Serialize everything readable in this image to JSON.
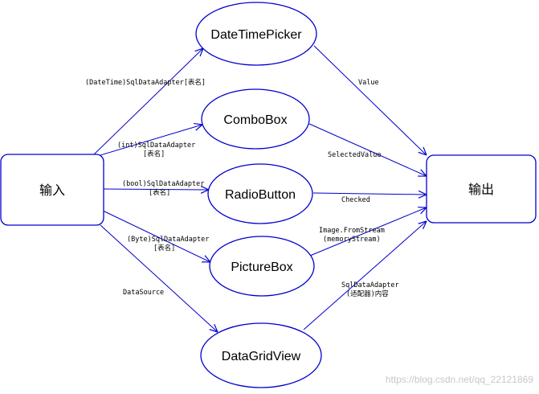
{
  "nodes": {
    "input": "输入",
    "output": "输出",
    "datetimepicker": "DateTimePicker",
    "combobox": "ComboBox",
    "radiobutton": "RadioButton",
    "picturebox": "PictureBox",
    "datagridview": "DataGridView"
  },
  "edge_labels": {
    "in_datetimepicker": "(DateTime)SqlDataAdapter[表名]",
    "in_combobox_1": "(int)SqlDataAdapter",
    "in_combobox_2": "[表名]",
    "in_radiobutton_1": "(bool)SqlDataAdapter",
    "in_radiobutton_2": "[表名]",
    "in_picturebox_1": "(Byte)SqlDataAdapter",
    "in_picturebox_2": "[表名]",
    "in_datagridview": "DataSource",
    "datetimepicker_out": "Value",
    "combobox_out": "SelectedValue",
    "radiobutton_out": "Checked",
    "picturebox_out_1": "Image.FromStream",
    "picturebox_out_2": "(memoryStream)",
    "datagridview_out_1": "SqlDataAdapter",
    "datagridview_out_2": "(适配器)内容"
  },
  "watermark": "https://blog.csdn.net/qq_22121869",
  "colors": {
    "edge": "#0000cc",
    "text": "#000000",
    "watermark": "#c8c8c8"
  }
}
